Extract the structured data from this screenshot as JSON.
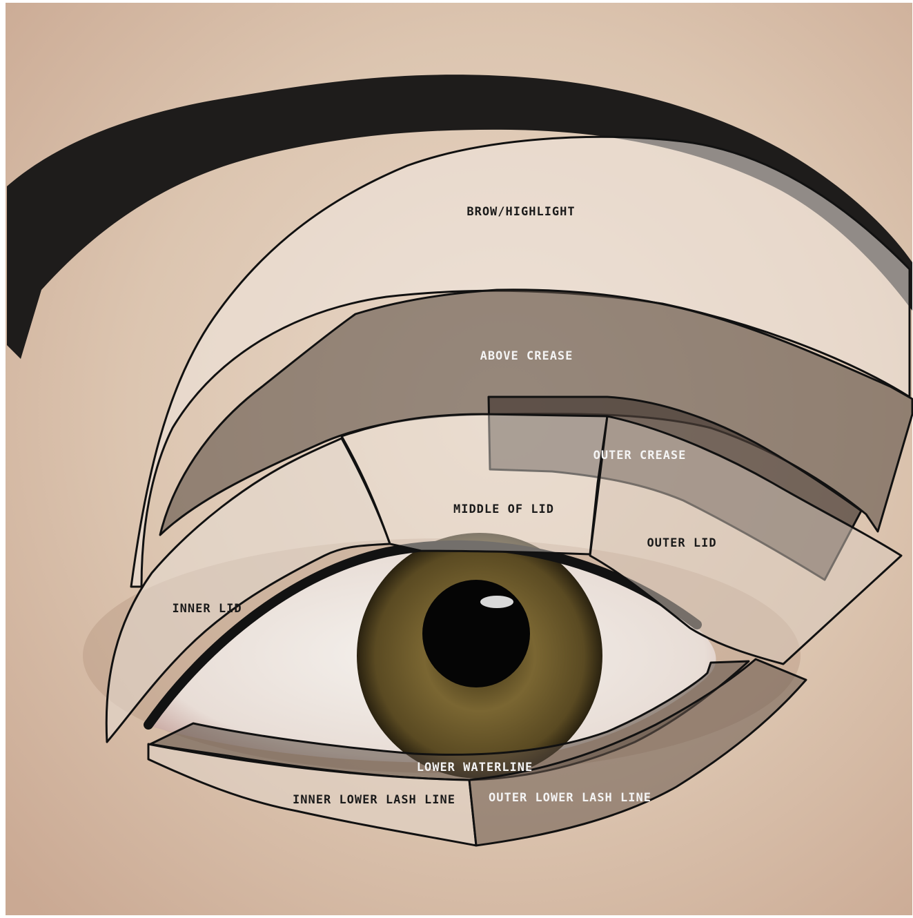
{
  "labels": {
    "brow_highlight": "BROW/HIGHLIGHT",
    "above_crease": "ABOVE CREASE",
    "outer_crease": "OUTER CREASE",
    "middle_of_lid": "MIDDLE OF LID",
    "outer_lid": "OUTER LID",
    "inner_lid": "INNER LID",
    "lower_waterline": "LOWER WATERLINE",
    "inner_lower_lash_line": "INNER LOWER LASH LINE",
    "outer_lower_lash_line": "OUTER LOWER LASH LINE"
  },
  "colors": {
    "skin": "#dcc6b3",
    "brow": "#1c1c1c",
    "iris": "#6b5a2c",
    "pupil": "#050505",
    "sclera": "#f2eeea",
    "overlay_light": "#e6dcd3",
    "overlay_dark": "#5c4e45",
    "outline": "#111111"
  }
}
